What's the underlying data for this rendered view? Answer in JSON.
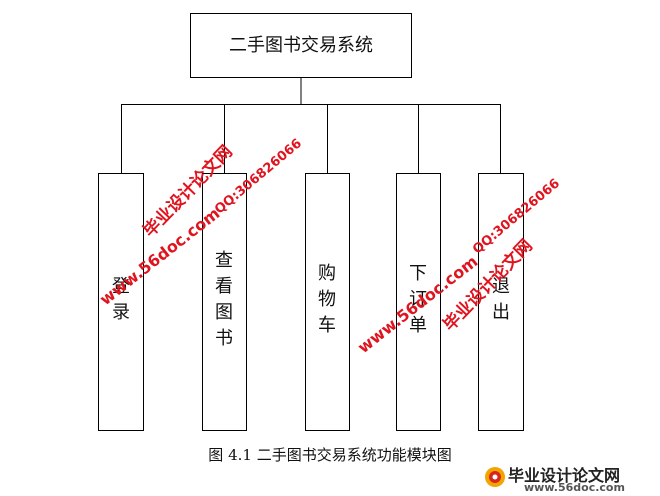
{
  "diagram": {
    "root": "二手图书交易系统",
    "modules": [
      "登录",
      "查看图书",
      "购物车",
      "下订单",
      "退出"
    ],
    "caption": "图 4.1 二手图书交易系统功能模块图"
  },
  "watermarks": {
    "site_name": "毕业设计论文网",
    "url": "www.56doc.com",
    "qq": "QQ:306826066"
  },
  "brand": {
    "title": "毕业设计论文网",
    "url": "www.56doc.com"
  },
  "colors": {
    "line": "#000000",
    "watermark": "#e0141e"
  }
}
